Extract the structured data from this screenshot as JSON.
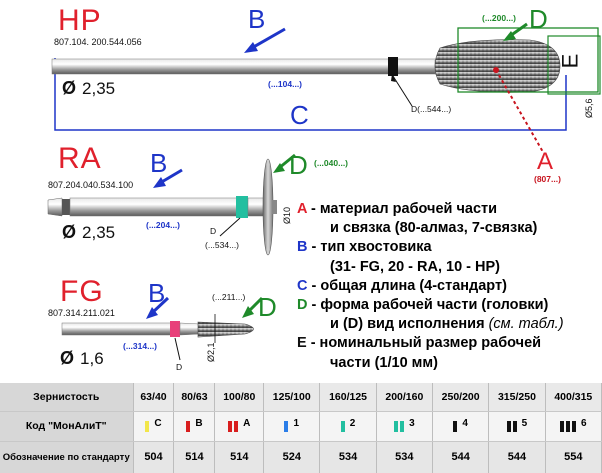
{
  "hp": {
    "label": "HP",
    "article": "807.104. 200.544.056",
    "diameter_symbol": "Ø",
    "diameter": "2,35",
    "length_code": "(...104...)",
    "shape_code": "(...200...)",
    "ring_code": "(...544...)",
    "head_diameter": "Ø5,6",
    "letters": {
      "b": "B",
      "c": "C",
      "d": "D",
      "e": "E",
      "ring_d": "D"
    }
  },
  "ra": {
    "label": "RA",
    "article": "807.204.040.534.100",
    "diameter_symbol": "Ø",
    "diameter": "2,35",
    "length_code": "(...204...)",
    "shape_code": "(...040...)",
    "ring_code": "(...534...)",
    "head_diameter": "Ø10",
    "letters": {
      "b": "B",
      "d": "D",
      "ring_d": "D"
    }
  },
  "fg": {
    "label": "FG",
    "article": "807.314.211.021",
    "diameter_symbol": "Ø",
    "diameter": "1,6",
    "length_code": "(...314...)",
    "shape_code": "(...211...)",
    "head_diameter": "Ø2,1",
    "letters": {
      "b": "B",
      "d": "D",
      "ring_d": "D"
    }
  },
  "material_pointer": {
    "letter": "A",
    "code": "(807...)"
  },
  "legend": {
    "a_key": "A",
    "a_line1": " - материал рабочей части",
    "a_line2": "и связка (80-алмаз, 7-связка)",
    "b_key": "B",
    "b_line1": " - тип хвостовика",
    "b_line2": "(31- FG, 20 - RA, 10 - HP)",
    "c_key": "C",
    "c_line1": " - общая длина (4-стандарт)",
    "d_key": "D",
    "d_line1": " - форма рабочей части (головки)",
    "d_line2": "и (D) вид исполнения ",
    "d_line2_italic": "(см. табл.)",
    "e_key": "E",
    "e_line1": " - номинальный размер рабочей",
    "e_line2": "части (1/10 мм)"
  },
  "table": {
    "row_headers": [
      "Зернистость",
      "Код \"МонАлиТ\"",
      "Обозначение по стандарту"
    ],
    "columns": [
      {
        "grit": "63/40",
        "code": "C",
        "bars": 1,
        "color": "#f2e64a",
        "standard": "504"
      },
      {
        "grit": "80/63",
        "code": "B",
        "bars": 1,
        "color": "#d81e1e",
        "standard": "514"
      },
      {
        "grit": "100/80",
        "code": "A",
        "bars": 2,
        "color": "#d81e1e",
        "standard": "514"
      },
      {
        "grit": "125/100",
        "code": "1",
        "bars": 1,
        "color": "#2a7de8",
        "standard": "524"
      },
      {
        "grit": "160/125",
        "code": "2",
        "bars": 1,
        "color": "#22bfa0",
        "standard": "534"
      },
      {
        "grit": "200/160",
        "code": "3",
        "bars": 2,
        "color": "#22bfa0",
        "standard": "534"
      },
      {
        "grit": "250/200",
        "code": "4",
        "bars": 1,
        "color": "#111111",
        "standard": "544"
      },
      {
        "grit": "315/250",
        "code": "5",
        "bars": 2,
        "color": "#111111",
        "standard": "544"
      },
      {
        "grit": "400/315",
        "code": "6",
        "bars": 3,
        "color": "#111111",
        "standard": "554"
      }
    ]
  },
  "colors": {
    "label_red": "#e0202c",
    "pointer_blue": "#1e35c8",
    "shape_green": "#1f8a2a",
    "ring_black": "#111111",
    "ring_teal": "#22bfa0",
    "ring_pink": "#e8407a"
  }
}
